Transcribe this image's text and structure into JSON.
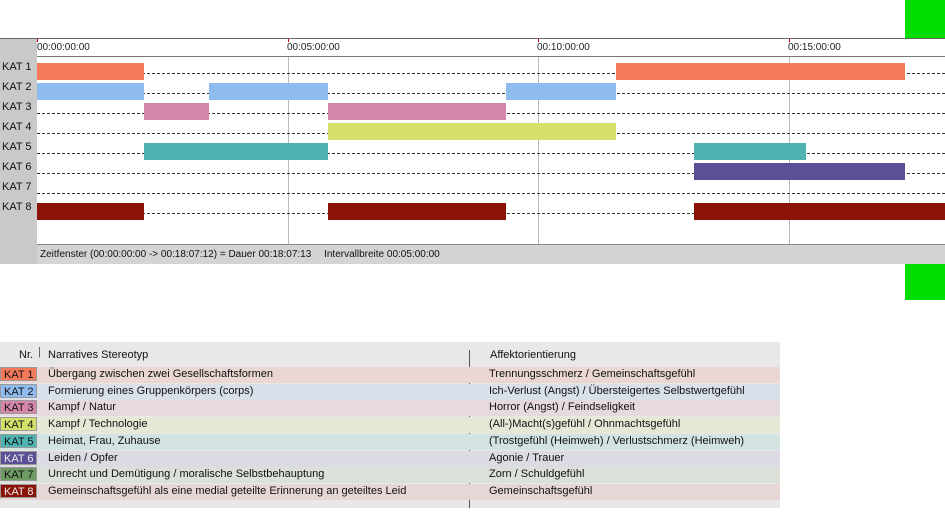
{
  "timeline": {
    "ticks": [
      "00:00:00:00",
      "00:05:00:00",
      "00:10:00:00",
      "00:15:00:00"
    ],
    "rows": [
      "KAT 1",
      "KAT 2",
      "KAT 3",
      "KAT 4",
      "KAT 5",
      "KAT 6",
      "KAT 7",
      "KAT 8"
    ],
    "status": {
      "window": "Zeitfenster (00:00:00:00 -> 00:18:07:12) = Dauer 00:18:07:13",
      "interval": "Intervallbreite 00:05:00:00"
    }
  },
  "legend": {
    "header_nr": "Nr.",
    "header_stereotyp": "Narratives Stereotyp",
    "header_affekt": "Affektorientierung",
    "rows": [
      {
        "kat": "KAT 1",
        "stereotyp": "Übergang zwischen zwei Gesellschaftsformen",
        "affekt": "Trennungsschmerz / Gemeinschaftsgefühl",
        "color": "#f47a5b",
        "bg": "#ead6d2"
      },
      {
        "kat": "KAT 2",
        "stereotyp": "Formierung eines Gruppenkörpers (corps)",
        "affekt": "Ich-Verlust (Angst) / Übersteigertes Selbstwertgefühl",
        "color": "#8fbcef",
        "bg": "#d9e0ea"
      },
      {
        "kat": "KAT 3",
        "stereotyp": "Kampf / Natur",
        "affekt": "Horror (Angst) / Feindseligkeit",
        "color": "#d487aa",
        "bg": "#e6d9df"
      },
      {
        "kat": "KAT 4",
        "stereotyp": "Kampf / Technologie",
        "affekt": "(All-)Macht(s)gefühl / Ohnmachtsgefühl",
        "color": "#d4e069",
        "bg": "#e6e8d6"
      },
      {
        "kat": "KAT 5",
        "stereotyp": "Heimat, Frau, Zuhause",
        "affekt": "(Trostgefühl (Heimweh) / Verlustschmerz (Heimweh)",
        "color": "#4fb3b1",
        "bg": "#d3e3e2"
      },
      {
        "kat": "KAT 6",
        "stereotyp": "Leiden / Opfer",
        "affekt": "Agonie / Trauer",
        "color": "#5c4f96",
        "bg": "#dcdbe3"
      },
      {
        "kat": "KAT 7",
        "stereotyp": "Unrecht und Demütigung / moralische Selbstbehauptung",
        "affekt": "Zorn / Schuldgefühl",
        "color": "#6f9a63",
        "bg": "#dbe0d9"
      },
      {
        "kat": "KAT 8",
        "stereotyp": "Gemeinschaftsgefühl als eine medial geteilte Erinnerung an geteiltes Leid",
        "affekt": "Gemeinschaftsgefühl",
        "color": "#8b1206",
        "bg": "#e6d7d6"
      }
    ]
  },
  "segments_min": [
    {
      "row": 0,
      "start": 0,
      "end": 2.13
    },
    {
      "row": 0,
      "start": 11.54,
      "end": 17.31
    },
    {
      "row": 1,
      "start": 0,
      "end": 2.13
    },
    {
      "row": 1,
      "start": 3.43,
      "end": 5.8
    },
    {
      "row": 1,
      "start": 9.36,
      "end": 11.54
    },
    {
      "row": 2,
      "start": 2.13,
      "end": 3.43
    },
    {
      "row": 2,
      "start": 5.8,
      "end": 9.36
    },
    {
      "row": 3,
      "start": 5.8,
      "end": 11.54
    },
    {
      "row": 4,
      "start": 2.13,
      "end": 5.8
    },
    {
      "row": 4,
      "start": 13.1,
      "end": 15.33
    },
    {
      "row": 5,
      "start": 13.1,
      "end": 17.31
    },
    {
      "row": 7,
      "start": 0,
      "end": 2.13
    },
    {
      "row": 7,
      "start": 5.8,
      "end": 9.36
    },
    {
      "row": 7,
      "start": 13.1,
      "end": 18.12
    }
  ]
}
